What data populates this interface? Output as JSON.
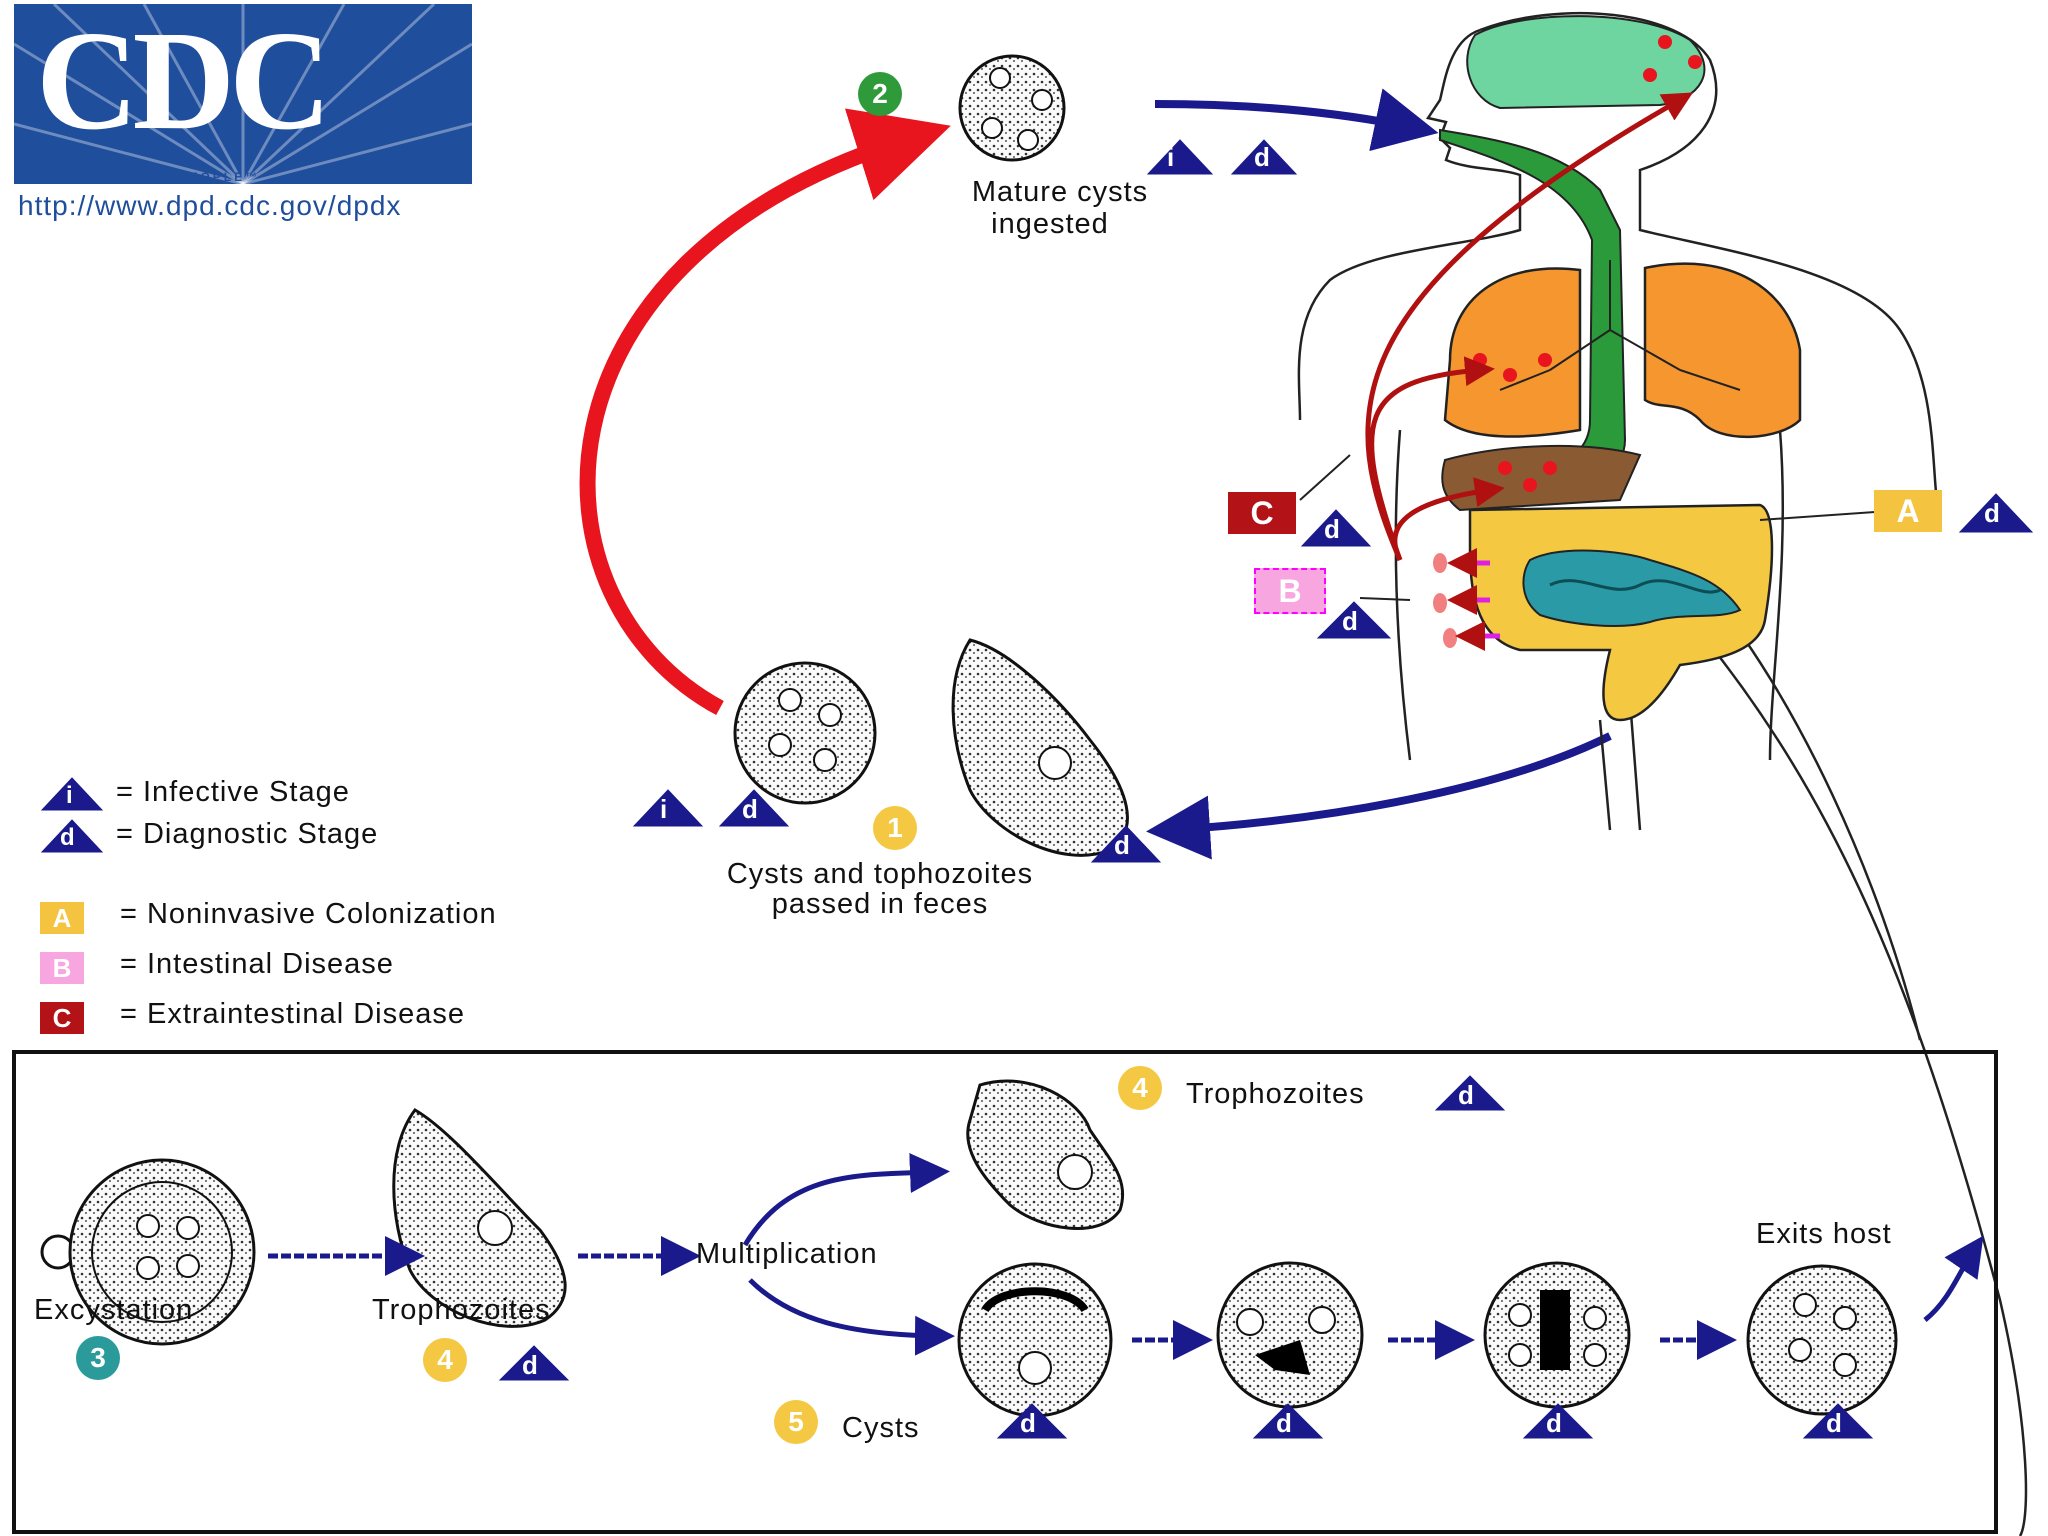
{
  "logo": {
    "letters": "CDC",
    "tagline": "SAFER·HEALTHIER·PEOPLE™",
    "url": "http://www.dpd.cdc.gov/dpdx"
  },
  "stages": {
    "s1": {
      "number": "1",
      "caption_line1": "Cysts and tophozoites",
      "caption_line2": "passed in feces"
    },
    "s2": {
      "number": "2",
      "caption_line1": "Mature cysts",
      "caption_line2": "ingested"
    },
    "s3": {
      "number": "3",
      "caption": "Excystation"
    },
    "s4a": {
      "number": "4",
      "caption": "Trophozoites"
    },
    "s4b": {
      "number": "4",
      "caption": "Trophozoites"
    },
    "s5": {
      "number": "5",
      "caption": "Cysts"
    },
    "multiplication": "Multiplication",
    "exits_host": "Exits host"
  },
  "disease_boxes": {
    "A": "A",
    "B": "B",
    "C": "C"
  },
  "triangle_letters": {
    "i": "i",
    "d": "d"
  },
  "legend": {
    "infective": "= Infective Stage",
    "diagnostic": "= Diagnostic Stage",
    "A": "= Noninvasive Colonization",
    "B": "= Intestinal Disease",
    "C": "= Extraintestinal Disease"
  },
  "colors": {
    "navy": "#1a1a8c",
    "red_arrow": "#e8141e",
    "green_badge": "#2e9a3a",
    "teal_badge": "#2a9a9a",
    "yellow_badge": "#f4c842",
    "box_A": "#f4c440",
    "box_B": "#f7a6e0",
    "box_C": "#b31216",
    "lungs": "#f5962e",
    "brain": "#6ed4a0",
    "esophagus": "#2a9a3a",
    "colon": "#f5c842",
    "small_intestine": "#2a9aa6",
    "liver": "#8a5a32"
  }
}
